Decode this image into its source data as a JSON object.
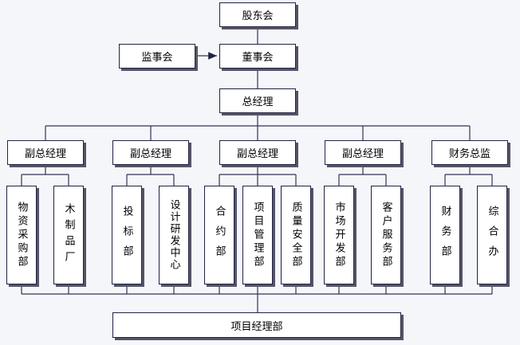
{
  "chart": {
    "top": {
      "shareholders": "股东会",
      "board": "董事会",
      "supervisors": "监事会",
      "gm": "总经理"
    },
    "level2": [
      "副总经理",
      "副总经理",
      "副总经理",
      "副总经理",
      "财务总监"
    ],
    "departments": [
      "物资采购部",
      "木制品厂",
      "投标部",
      "设计研发中心",
      "合约部",
      "项目管理部",
      "质量安全部",
      "市场开发部",
      "客户服务部",
      "财务部",
      "综合办"
    ],
    "bottom": "项目经理部"
  },
  "colors": {
    "border": "#222244",
    "shadow": "#555566",
    "line": "#333355",
    "background": "#f4f6fa"
  }
}
